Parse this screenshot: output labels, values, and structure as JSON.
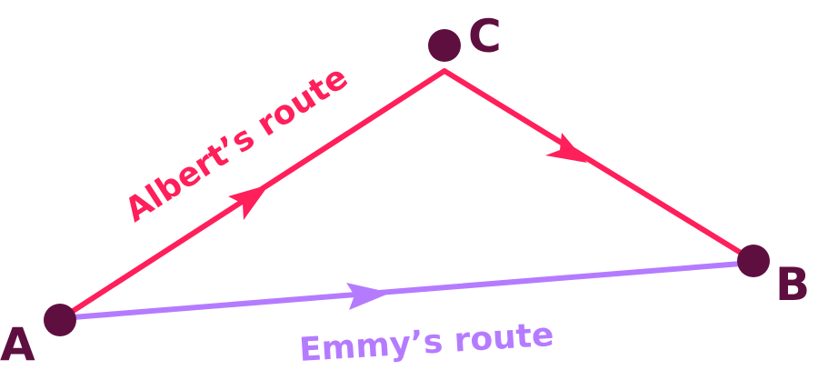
{
  "points": {
    "a": {
      "label": "A"
    },
    "b": {
      "label": "B"
    },
    "c": {
      "label": "C"
    }
  },
  "routes": {
    "albert": {
      "label": "Albert’s route"
    },
    "emmy": {
      "label": "Emmy’s route"
    }
  },
  "colors": {
    "albert_route": "#ff1f5a",
    "emmy_route": "#b57bff",
    "point": "#5f0f3f",
    "label": "#5f0f3f"
  }
}
